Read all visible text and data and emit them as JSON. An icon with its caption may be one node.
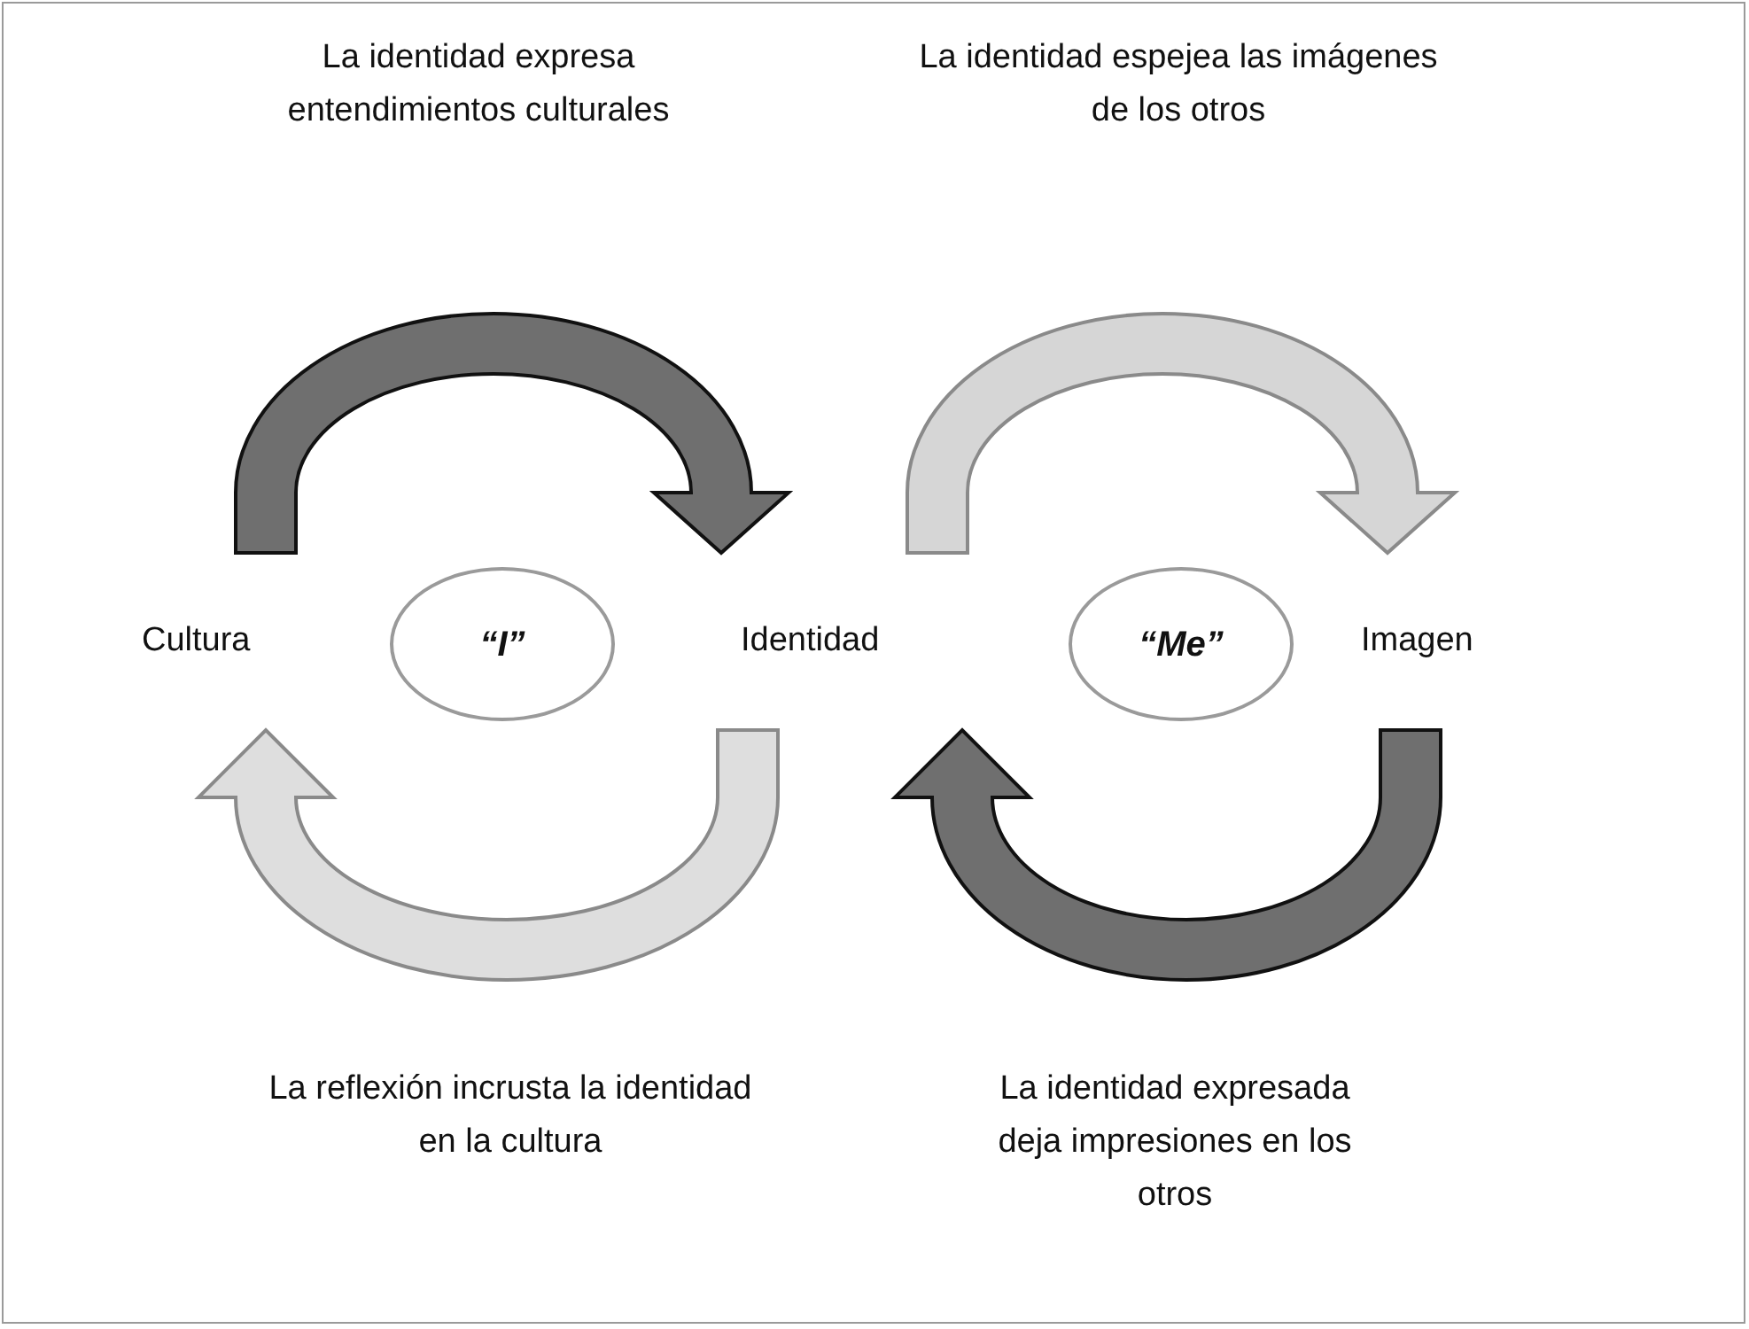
{
  "diagram": {
    "nodes": [
      {
        "text": [
          "Cultura"
        ]
      },
      {
        "text": [
          "“I”"
        ]
      },
      {
        "text": [
          "Identidad"
        ]
      },
      {
        "text": [
          "“Me”"
        ]
      },
      {
        "text": [
          "Imagen"
        ]
      }
    ],
    "edges": [
      {
        "from": 0,
        "to": 2,
        "arrow": "to",
        "color": "#6f6f6f"
      },
      {
        "from": 2,
        "to": 4,
        "arrow": "to",
        "color": "#d6d6d6"
      },
      {
        "from": 4,
        "to": 2,
        "arrow": "to",
        "color": "#6f6f6f"
      },
      {
        "from": 2,
        "to": 0,
        "arrow": "to",
        "color": "#dedede"
      }
    ],
    "labels": [
      "La identidad expresa entendimientos culturales",
      "La identidad espejea las imágenes de los otros",
      "La reflexión incrusta la identidad en la cultura",
      "La identidad expresada deja impresiones en los otros"
    ]
  }
}
